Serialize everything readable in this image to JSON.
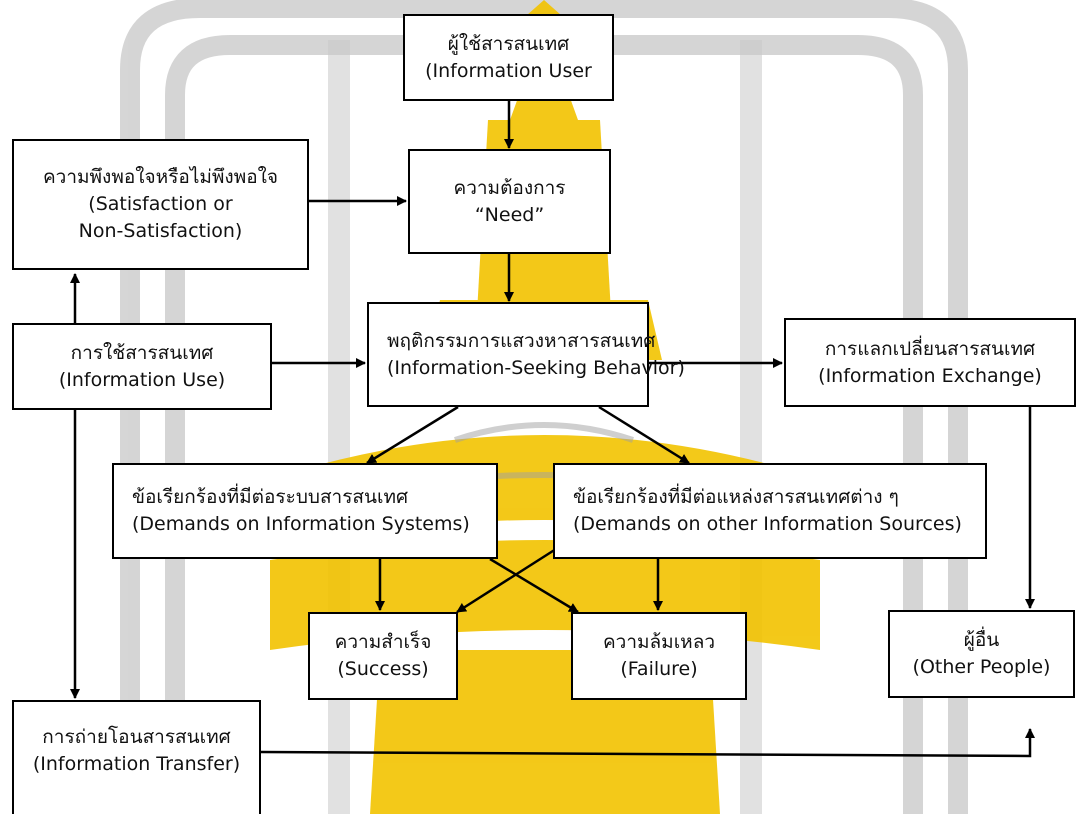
{
  "colors": {
    "box_border": "#000000",
    "box_fill": "#ffffff",
    "arrow": "#000000",
    "watermark_gray": "#c8c8c8",
    "watermark_gold": "#f2c300"
  },
  "nodes": {
    "information_user": {
      "th": "ผู้ใช้สารสนเทศ",
      "en": "(Information User"
    },
    "need": {
      "th": "ความต้องการ",
      "en": "“Need”"
    },
    "satisfaction": {
      "th": "ความพึงพอใจหรือไม่พึงพอใจ",
      "en1": "(Satisfaction or",
      "en2": "Non-Satisfaction)"
    },
    "information_use": {
      "th": "การใช้สารสนเทศ",
      "en": "(Information Use)"
    },
    "seeking_behavior": {
      "th": "พฤติกรรมการแสวงหาสารสนเทศ",
      "en": "(Information-Seeking Behavior)"
    },
    "information_exchange": {
      "th": "การแลกเปลี่ยนสารสนเทศ",
      "en": "(Information Exchange)"
    },
    "demands_systems": {
      "th": "ข้อเรียกร้องที่มีต่อระบบสารสนเทศ",
      "en": "(Demands on Information Systems)"
    },
    "demands_sources": {
      "th": "ข้อเรียกร้องที่มีต่อแหล่งสารสนเทศต่าง ๆ",
      "en": "(Demands on other Information Sources)"
    },
    "success": {
      "th": "ความสำเร็จ",
      "en": "(Success)"
    },
    "failure": {
      "th": "ความล้มเหลว",
      "en": "(Failure)"
    },
    "other_people": {
      "th": "ผู้อื่น",
      "en": "(Other People)"
    },
    "information_transfer": {
      "th": "การถ่ายโอนสารสนเทศ",
      "en": "(Information Transfer)"
    }
  }
}
